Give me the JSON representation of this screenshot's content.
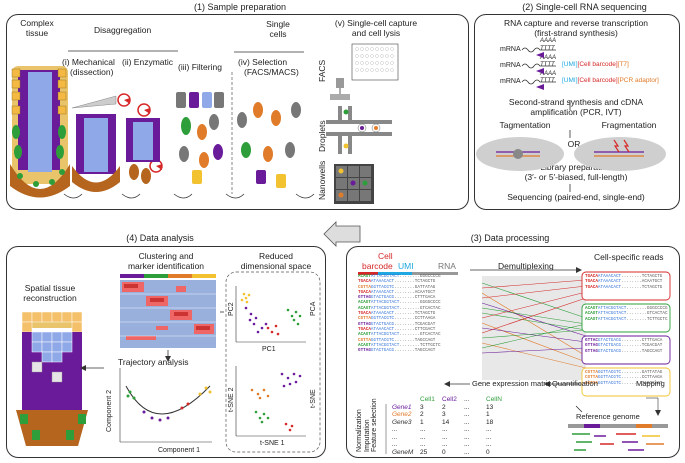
{
  "s1": {
    "title": "(1) Sample preparation",
    "complex": "Complex",
    "tissue": "tissue",
    "disagg": "Disaggregation",
    "single": "Single",
    "cells": "cells",
    "mech": "(i) Mechanical",
    "dissect": "(dissection)",
    "enz": "(ii) Enzymatic",
    "filt": "(iii) Filtering",
    "sel": "(iv) Selection",
    "facs": "(FACS/MACS)",
    "capture1": "(v) Single-cell capture",
    "capture2": "and cell lysis",
    "lbl_facs": "FACS",
    "lbl_drop": "Droplets",
    "lbl_nano": "Nanowells"
  },
  "s2": {
    "title": "(2) Single-cell RNA sequencing",
    "rt1": "RNA capture and reverse transcription",
    "rt2": "(first-strand synthesis)",
    "mrna": "mRNA",
    "polya": "AAAA",
    "polyt": "TTTT",
    "umi": "[UMI]",
    "barcode": "[Cell barcode]",
    "t7": "[T7]",
    "pcr": "[PCR adaptor]",
    "ss1": "Second-strand synthesis and cDNA",
    "ss2": "amplification (PCR, IVT)",
    "tag": "Tagmentation",
    "or": "OR",
    "frag": "Fragmentation",
    "lib1": "Library preparation",
    "lib2": "(3′- or 5′-biased, full-length)",
    "seq": "Sequencing (paired-end, single-end)"
  },
  "s3": {
    "title": "(3) Data processing",
    "cell": "Cell",
    "barcode": "barcode",
    "umi": "UMI",
    "rna": "RNA",
    "demux": "Demultiplexing",
    "csr": "Cell-specific reads",
    "gem": "Gene expression matrix",
    "quant": "Quantification",
    "map": "Mapping",
    "ref": "Reference genome",
    "norm": [
      "Normalization",
      "Imputation",
      "Feature selection"
    ],
    "cols": [
      "Cell1",
      "Cell2",
      "...",
      "CellN"
    ],
    "rows": [
      {
        "g": "Gene1",
        "v": [
          "3",
          "2",
          "...",
          "13"
        ]
      },
      {
        "g": "Gene2",
        "v": [
          "2",
          "3",
          "...",
          "1"
        ]
      },
      {
        "g": "Gene3",
        "v": [
          "1",
          "14",
          "...",
          "18"
        ]
      },
      {
        "g": "...",
        "v": [
          "...",
          "...",
          "...",
          "..."
        ]
      },
      {
        "g": "...",
        "v": [
          "...",
          "...",
          "...",
          "..."
        ]
      },
      {
        "g": "...",
        "v": [
          "...",
          "...",
          "...",
          "..."
        ]
      },
      {
        "g": "GeneM",
        "v": [
          "25",
          "0",
          "...",
          "0"
        ]
      }
    ],
    "reads": [
      "ACAGTATTACGGTACT........GGGCCCCG",
      "TGACAATAAACACT........TCTAGCTG",
      "CGTTAGGTTACGTC........GATTATAG",
      "TGACAATAAACACT........ACAATGCT",
      "GTTAGGTACTGACG........CTTTGACA",
      "ACAGTATTACGGTACT........GGGGCCCC",
      "ACAGTATTACGGTACT........GTCACTAC",
      "TGACAATAAACACT........TCTAGCTG",
      "CGTTAGGTTACGTC........CCTTAAGA",
      "GTTAGGTACTGACG........TCGACGAT",
      "TGACAATAAACACT........CTTCGACT",
      "ACAGTATTACGGTACT........GTCACTAC",
      "CGTTAGGTTACGTC........TAGCCAGT",
      "ACAGTATTACGGTACT........TCTTGCTC",
      "GTTAGGTACTGACG........TAGCCAGT"
    ],
    "box_red": [
      "TGACAATAAACACT........TCTAGCTG",
      "TGACAATAAACACT........ACAATGCT",
      "TGACAATAAACACT........TCTAGCTG"
    ],
    "box_green": [
      "ACAGTATTACGGTACT........GGGCCCCG",
      "ACAGTATTACGGTACT........GTCACTAC",
      "ACAGTATTACGGTACT........TCTTGCTC"
    ],
    "box_purple": [
      "GTTACGTACTGACG........CTTTGACA",
      "GTTAGGTACTGACG........TCGACGAT",
      "GTTAGGTACTGACG........TAGCCAGT"
    ],
    "box_orange": [
      "CGTTAGGTTACGTC........GATTATAG",
      "CGTTAGGTTACGTC........CCTTAAGA",
      "CGTTAGGTTACGTC........TAGCCAGT"
    ]
  },
  "s4": {
    "title": "(4) Data analysis",
    "clust1": "Clustering and",
    "clust2": "marker identification",
    "red1": "Reduced",
    "red2": "dimensional space",
    "spatial1": "Spatial tissue",
    "spatial2": "reconstruction",
    "traj": "Trajectory analysis",
    "comp2": "Component 2",
    "comp1": "Component 1",
    "pc1": "PC1",
    "pc2": "PC2",
    "pca": "PCA",
    "tsne1": "t-SNE 1",
    "tsne2": "t-SNE 2",
    "tsne": "t-SNE"
  },
  "colors": {
    "purple": "#6a1b9a",
    "orange": "#e07b2a",
    "green": "#2e9e3a",
    "red": "#d62828",
    "blue": "#2f6fd6",
    "cyan": "#1ea7e0",
    "yellow": "#f2c230"
  }
}
